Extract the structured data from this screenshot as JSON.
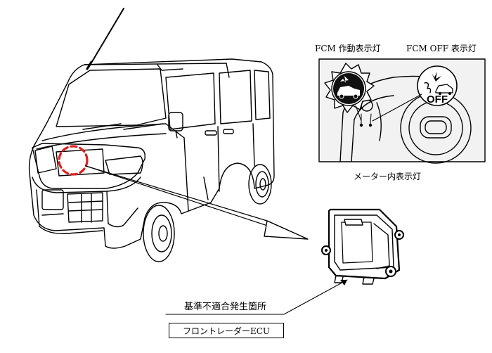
{
  "labels": {
    "fcm_active_lamp": "FCM 作動表示灯",
    "fcm_off_lamp": "FCM OFF 表示灯",
    "meter_indicator": "メーター内表示灯",
    "nonconformity_site": "基準不適合発生箇所",
    "front_radar_ecu": "フロントレーダーECU"
  },
  "icons": {
    "off_text": "OFF"
  },
  "colors": {
    "highlight_circle": "#e02020",
    "line": "#000000",
    "panel_fill": "#f2f2f2"
  }
}
